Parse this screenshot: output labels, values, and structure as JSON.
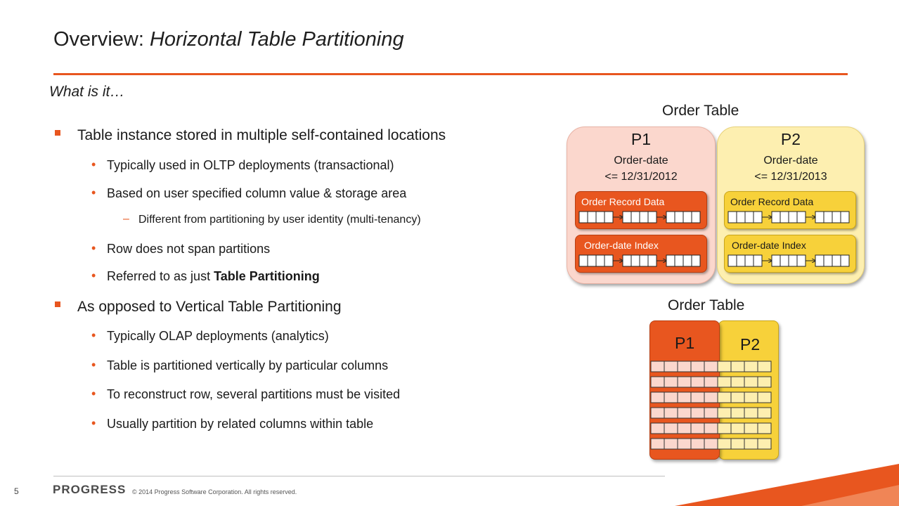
{
  "slide": {
    "title_plain": "Overview: ",
    "title_italic": "Horizontal Table Partitioning",
    "subtitle": "What is it…",
    "page_number": "5",
    "logo_text": "PROGRESS",
    "copyright": "© 2014 Progress Software Corporation. All rights reserved."
  },
  "bullets": {
    "b1": "Table instance stored in multiple self-contained locations",
    "b1_1": "Typically used in OLTP deployments (transactional)",
    "b1_2": "Based on user specified column value & storage area",
    "b1_2_1": "Different from partitioning by user identity (multi-tenancy)",
    "b1_3": "Row does not span partitions",
    "b1_4_pre": "Referred to as just ",
    "b1_4_bold": "Table Partitioning",
    "b2": "As opposed to Vertical Table Partitioning",
    "b2_1": "Typically OLAP deployments (analytics)",
    "b2_2": "Table is partitioned vertically by particular columns",
    "b2_3": "To reconstruct row, several partitions must be visited",
    "b2_4": "Usually partition by related columns within table"
  },
  "diagram_top": {
    "label": "Order Table",
    "p1": {
      "name": "P1",
      "line1": "Order-date",
      "line2": "<= 12/31/2012",
      "record": "Order Record Data",
      "index": "Order-date Index"
    },
    "p2": {
      "name": "P2",
      "line1": "Order-date",
      "line2": "<= 12/31/2013",
      "record": "Order Record Data",
      "index": "Order-date Index"
    }
  },
  "diagram_bottom": {
    "label": "Order Table",
    "p1": "P1",
    "p2": "P2"
  },
  "colors": {
    "accent": "#e8561f",
    "p1_light": "#fbd7cd",
    "p2_light": "#fdefb0",
    "p2_box": "#f7d13a"
  }
}
